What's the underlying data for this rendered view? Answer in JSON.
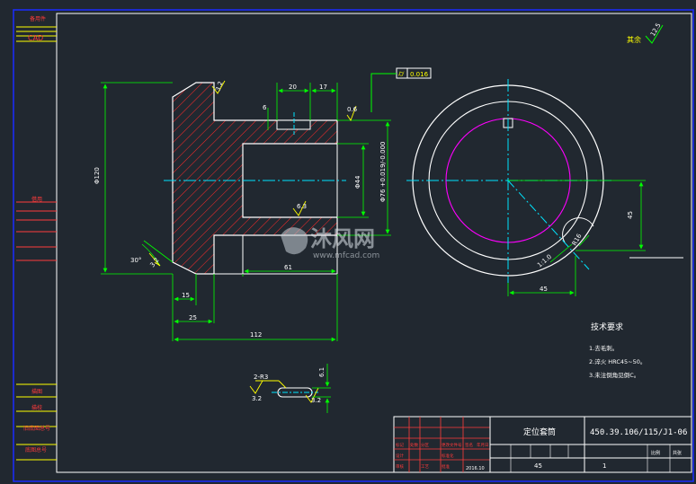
{
  "colors": {
    "background": "#212830",
    "frame": "#1a2cff",
    "outline": "#ffffff",
    "dimension": "#00ff00",
    "centerline": "#00e5ff",
    "hatch": "#ff2a2a",
    "annotation": "#ffff00",
    "magenta": "#ff00ff",
    "left_strip_text": "#ff3b3b"
  },
  "left_strip": {
    "labels": [
      "备用件",
      "CAD",
      "借用",
      "描图",
      "描校",
      "旧底图总号",
      "底图总号"
    ]
  },
  "roughness": {
    "corner_label": "其余",
    "corner_value": "12.5",
    "chamfer_top": "3.2",
    "left_chamfer": "3.2",
    "bore": "6.3",
    "slot_left": "3.2",
    "slot_right": "3.2"
  },
  "geometric_tolerance": {
    "symbol": "⌭",
    "value": "0.016"
  },
  "dimensions": {
    "d_phi120": "Φ120",
    "d_20": "20",
    "d_17": "17",
    "d_6": "6",
    "d_0_6": "0.6",
    "d_phi44": "Φ44",
    "d_phi76": "Φ76 +0.019/-0.000",
    "d_angle": "30°",
    "d_chamfer": "3.2",
    "d_15": "15",
    "d_25": "25",
    "d_61": "61",
    "d_112": "112",
    "d_r3": "2-R3",
    "d_slot_width": "6.1",
    "d_45_vertical": "45",
    "d_45_horizontal": "45",
    "d_r16": "R16",
    "d_arc_note": "1:1.0"
  },
  "notes": {
    "title": "技术要求",
    "items": [
      "1.去毛刺。",
      "2.淬火 HRC45~50。",
      "3.未注倒角见倒C。"
    ]
  },
  "title_block": {
    "part_name": "定位套筒",
    "drawing_number": "450.39.106/115/J1-06",
    "material": "45",
    "quantity": "1",
    "scale_label": "比例",
    "sheet_label": "共张",
    "date": "2016.10",
    "signatures": [
      "设计",
      "标准化",
      "审核",
      "工艺",
      "批准"
    ],
    "row_labels": [
      "标记",
      "处数",
      "分区",
      "更改文件号",
      "签名",
      "年月日"
    ]
  },
  "watermark": {
    "brand": "沐风网",
    "url": "www.mfcad.com"
  }
}
